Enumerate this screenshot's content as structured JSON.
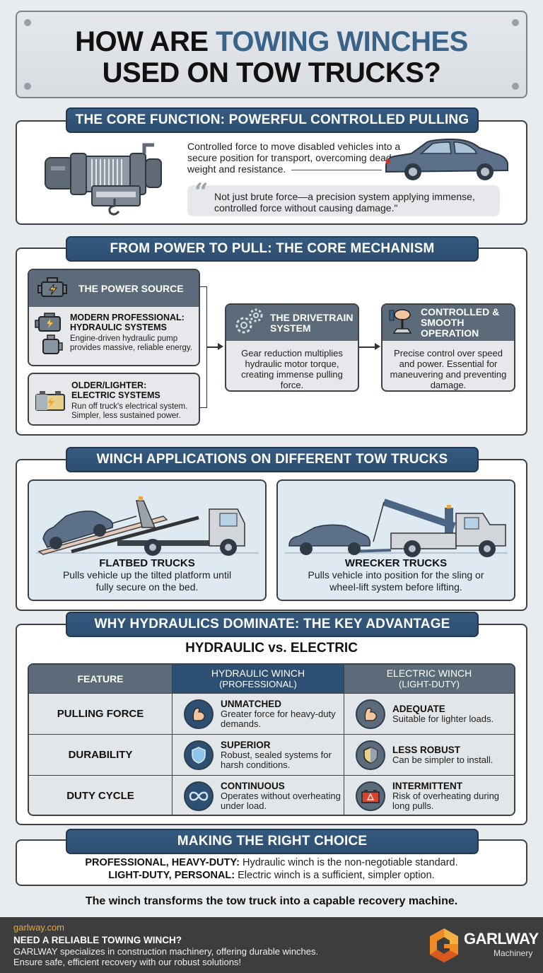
{
  "title": {
    "line1_prefix": "HOW ARE ",
    "line1_accent": "TOWING WINCHES",
    "line2": "USED ON TOW TRUCKS?"
  },
  "core_function": {
    "banner": "THE CORE FUNCTION: POWERFUL CONTROLLED PULLING",
    "description": "Controlled force to move disabled vehicles into a secure position for transport, overcoming dead weight and resistance.",
    "quote": "Not just brute force—a precision system applying immense, controlled force without causing damage.\"",
    "quote_mark": "“",
    "icons": [
      "winch-icon",
      "car-icon"
    ]
  },
  "mechanism": {
    "banner": "FROM POWER TO PULL: THE CORE MECHANISM",
    "power_source": {
      "title": "THE POWER SOURCE",
      "hydraulic": {
        "title_line1": "MODERN PROFESSIONAL:",
        "title_line2": "HYDRAULIC SYSTEMS",
        "text": "Engine-driven hydraulic pump provides massive, reliable energy."
      },
      "electric": {
        "title_line1": "OLDER/LIGHTER:",
        "title_line2": "ELECTRIC SYSTEMS",
        "text": "Run off truck's electrical system. Simpler, less sustained power."
      }
    },
    "drivetrain": {
      "title": "THE DRIVETRAIN SYSTEM",
      "text": "Gear reduction multiplies hydraulic motor torque, creating immense pulling force."
    },
    "control": {
      "title": "CONTROLLED & SMOOTH OPERATION",
      "text": "Precise control over speed and power. Essential for maneuvering and preventing damage."
    }
  },
  "applications": {
    "banner": "WINCH APPLICATIONS ON DIFFERENT TOW TRUCKS",
    "items": [
      {
        "title": "FLATBED TRUCKS",
        "text": "Pulls vehicle up the tilted platform until fully secure on the bed."
      },
      {
        "title": "WRECKER TRUCKS",
        "text": "Pulls vehicle into position for the sling or wheel-lift system before lifting."
      }
    ]
  },
  "comparison": {
    "banner": "WHY HYDRAULICS DOMINATE: THE KEY ADVANTAGE",
    "subtitle": "HYDRAULIC vs. ELECTRIC",
    "headers": {
      "feature": "FEATURE",
      "hydraulic": "HYDRAULIC WINCH",
      "hydraulic_sub": "(PROFESSIONAL)",
      "electric": "ELECTRIC WINCH",
      "electric_sub": "(LIGHT-DUTY)"
    },
    "rows": [
      {
        "feature": "PULLING FORCE",
        "hydraulic": {
          "title": "UNMATCHED",
          "text": "Greater force for heavy-duty demands.",
          "icon": "flexed-arm-icon"
        },
        "electric": {
          "title": "ADEQUATE",
          "text": "Suitable for lighter loads.",
          "icon": "flexed-arm-icon"
        }
      },
      {
        "feature": "DURABILITY",
        "hydraulic": {
          "title": "SUPERIOR",
          "text": "Robust, sealed systems for harsh conditions.",
          "icon": "shield-icon"
        },
        "electric": {
          "title": "LESS ROBUST",
          "text": "Can be simpler to install.",
          "icon": "shield-icon"
        }
      },
      {
        "feature": "DUTY CYCLE",
        "hydraulic": {
          "title": "CONTINUOUS",
          "text": "Operates without overheating under load.",
          "icon": "infinity-icon"
        },
        "electric": {
          "title": "INTERMITTENT",
          "text": "Risk of overheating during long pulls.",
          "icon": "battery-warning-icon"
        }
      }
    ]
  },
  "choice": {
    "banner": "MAKING THE RIGHT CHOICE",
    "lines": [
      {
        "label": "PROFESSIONAL, HEAVY-DUTY:",
        "text": " Hydraulic winch is the non-negotiable standard."
      },
      {
        "label": "LIGHT-DUTY, PERSONAL:",
        "text": " Electric winch is a sufficient, simpler option."
      }
    ]
  },
  "tagline": "The winch transforms the tow truck into a capable recovery machine.",
  "footer": {
    "site": "garlway.com",
    "headline": "NEED A RELIABLE TOWING WINCH?",
    "line1": "GARLWAY specializes in construction machinery, offering durable winches.",
    "line2": "Ensure safe, efficient recovery with our robust solutions!",
    "brand": "GARLWAY",
    "brand_sub": "Machinery"
  },
  "colors": {
    "background": "#e9ecef",
    "banner_blue": "#2d4f71",
    "title_accent": "#3a6389",
    "box_header": "#5b6b79",
    "footer_bg": "#3d3d3d",
    "footer_link": "#e8a93a",
    "logo_orange": "#f08a24"
  }
}
